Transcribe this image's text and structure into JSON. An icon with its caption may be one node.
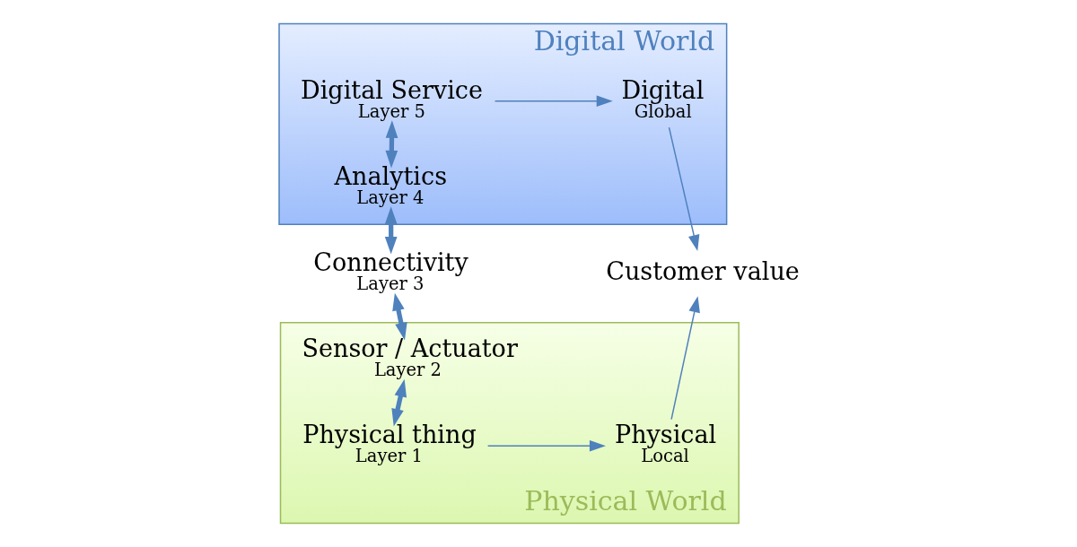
{
  "diagram": {
    "nodes": [
      {
        "text": [
          "Digital World"
        ]
      },
      {
        "text": [
          "Digital Service",
          "Layer 5"
        ],
        "in": 0
      },
      {
        "text": [
          "Analytics",
          "Layer 4"
        ],
        "in": 0
      },
      {
        "text": [
          "Digital",
          "Global"
        ],
        "in": 0
      },
      {
        "text": [
          "Physical World"
        ]
      },
      {
        "text": [
          "Connectivity",
          "Layer 3"
        ]
      },
      {
        "text": [
          "Sensor / Actuator",
          "Layer 2"
        ],
        "in": 4
      },
      {
        "text": [
          "Physical thing",
          "Layer 1"
        ],
        "in": 4
      },
      {
        "text": [
          "Physical",
          "Local"
        ],
        "in": 4
      },
      {
        "text": [
          "Customer value"
        ]
      }
    ],
    "edges": [
      {
        "from": 1,
        "to": 2,
        "arrow": "both",
        "style": "thick"
      },
      {
        "from": 2,
        "to": 5,
        "arrow": "both",
        "style": "thick"
      },
      {
        "from": 5,
        "to": 6,
        "arrow": "both",
        "style": "thick"
      },
      {
        "from": 6,
        "to": 7,
        "arrow": "both",
        "style": "thick"
      },
      {
        "from": 1,
        "to": 3,
        "arrow": "to"
      },
      {
        "from": 3,
        "to": 9,
        "arrow": "to"
      },
      {
        "from": 7,
        "to": 8,
        "arrow": "to"
      },
      {
        "from": 8,
        "to": 9,
        "arrow": "to"
      }
    ]
  }
}
